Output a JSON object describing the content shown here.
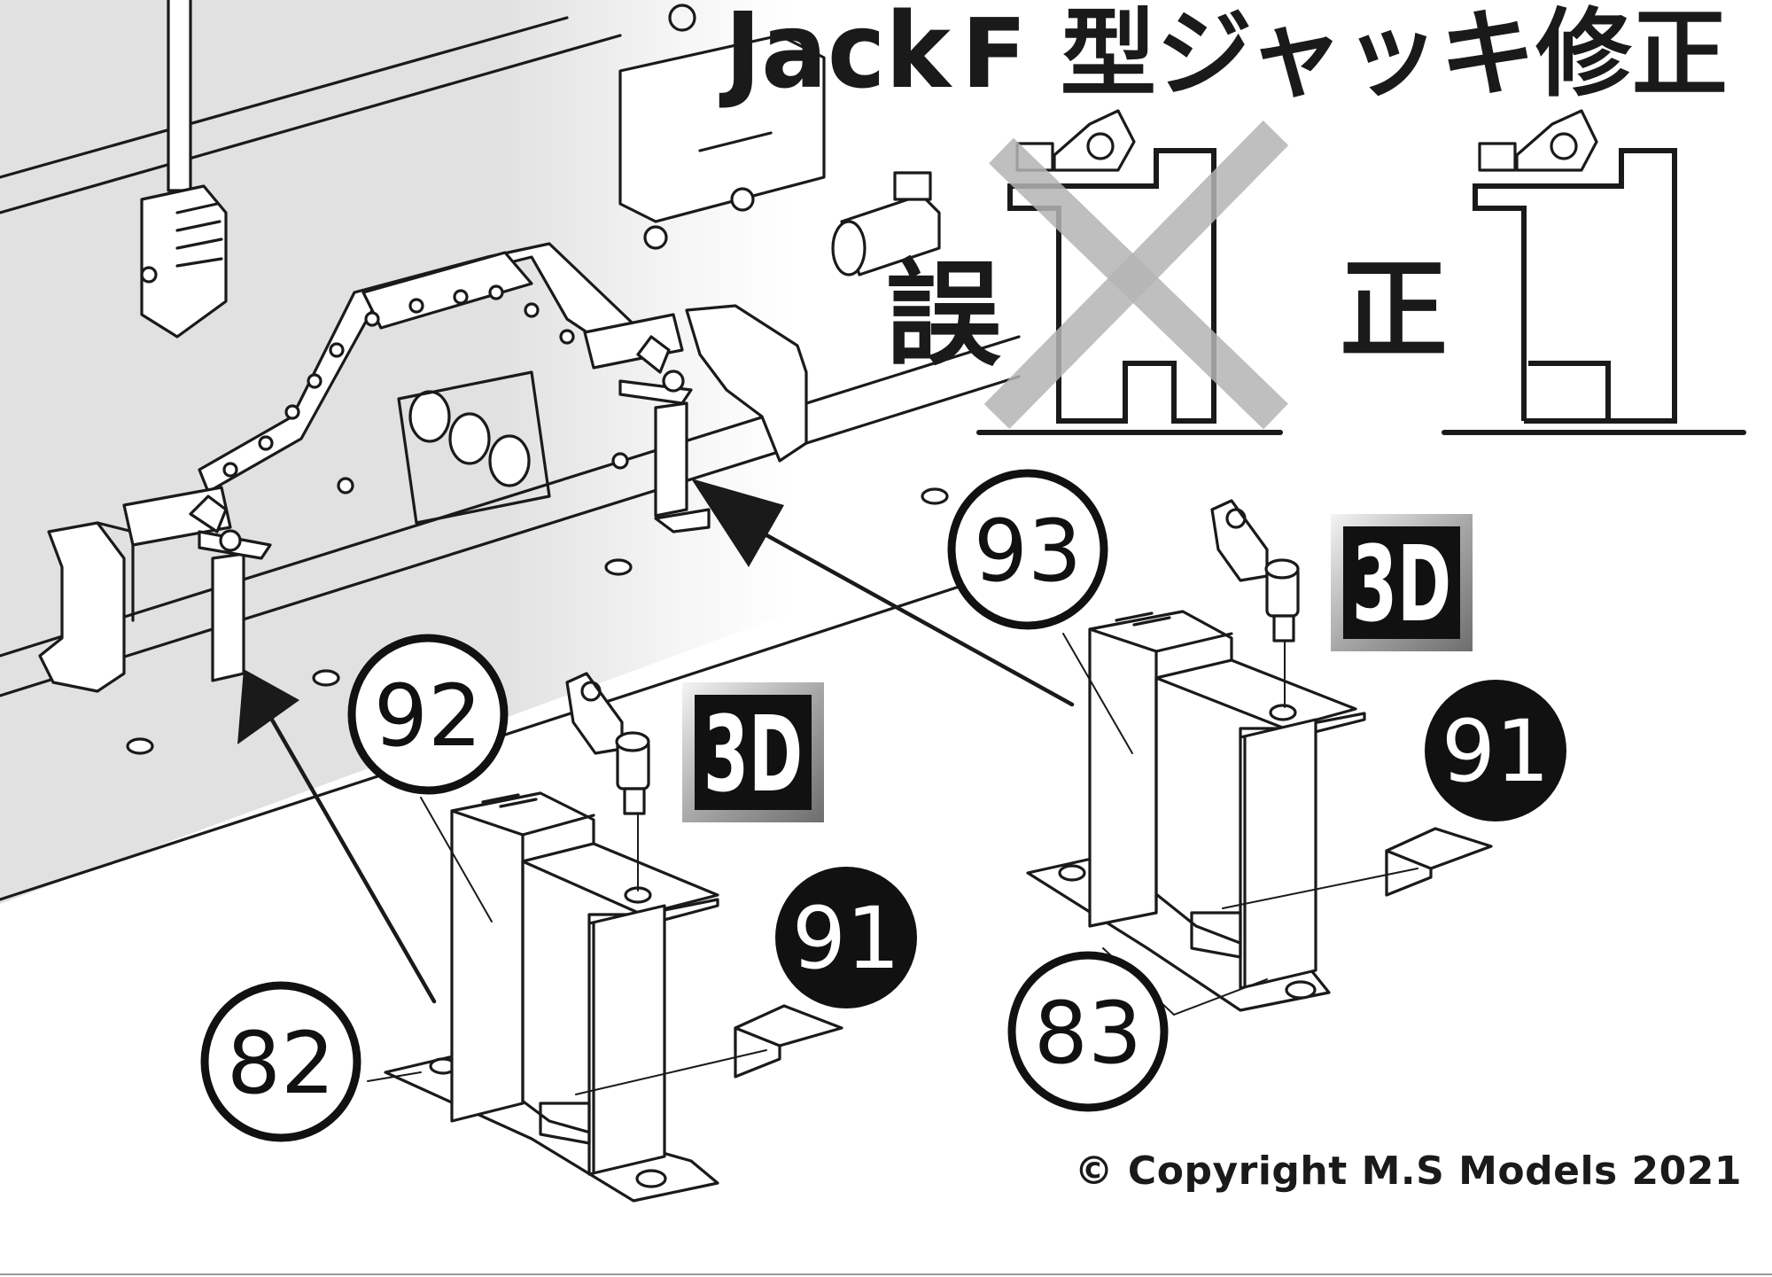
{
  "title": {
    "latin": "Jack",
    "japanese": "F 型ジャッキ修正"
  },
  "comparison": {
    "wrong_label": "誤",
    "correct_label": "正"
  },
  "badges": [
    {
      "id": "badge-3d-top",
      "text": "3D"
    },
    {
      "id": "badge-3d-bottom",
      "text": "3D"
    }
  ],
  "part_numbers": {
    "p93": "93",
    "p92": "92",
    "p91_top": "91",
    "p91_bottom": "91",
    "p83": "83",
    "p82": "82"
  },
  "copyright": "© Copyright M.S Models 2021",
  "colors": {
    "ink": "#1a1a1a",
    "background_gray": "#e3e3e3",
    "cross_gray": "#b5b5b5",
    "badge_dark": "#111111"
  }
}
